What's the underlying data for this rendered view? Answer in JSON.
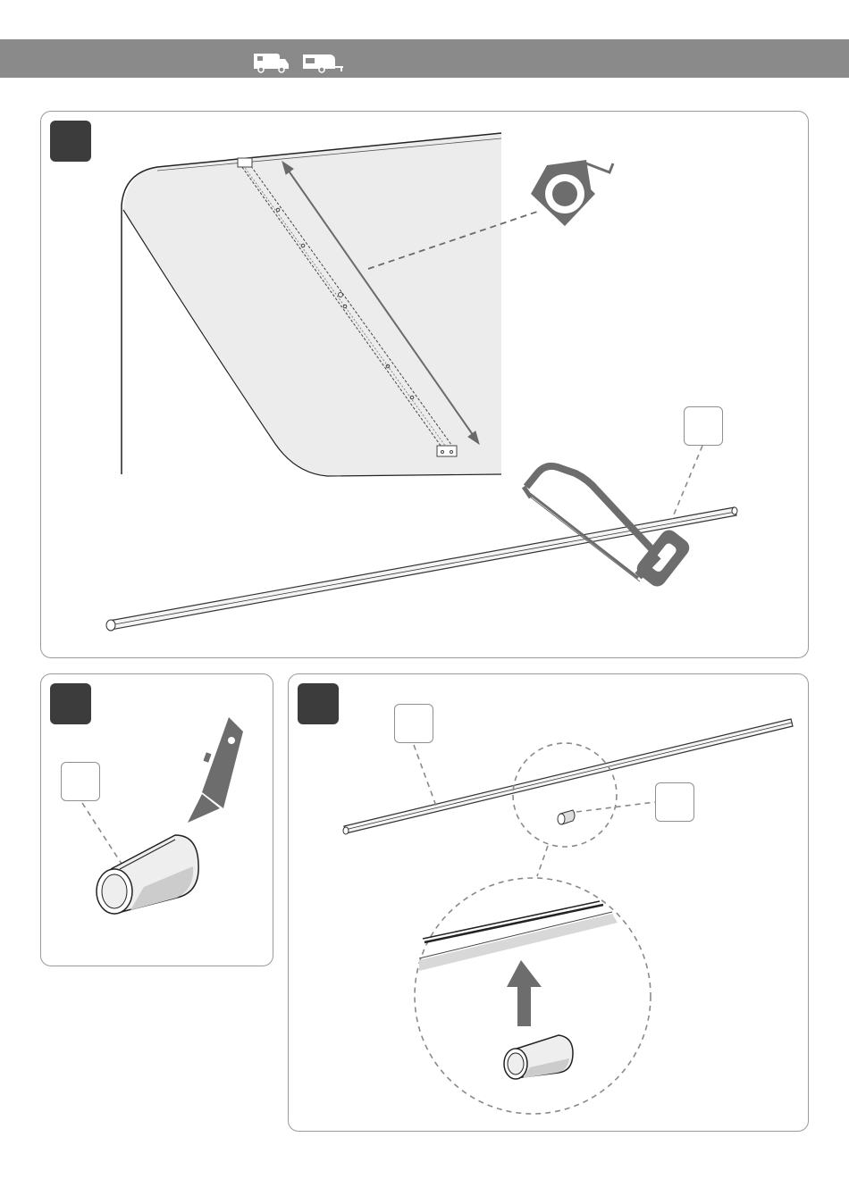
{
  "header": {
    "band_color": "#8a8a8a",
    "icons": [
      "motorhome-icon",
      "caravan-icon"
    ]
  },
  "steps": [
    {
      "id": "step-1",
      "number": "",
      "callouts": [
        ""
      ]
    },
    {
      "id": "step-2",
      "number": "",
      "callouts": [
        ""
      ]
    },
    {
      "id": "step-3",
      "number": "",
      "callouts": [
        "",
        ""
      ]
    }
  ],
  "icons": [
    "tape-measure-icon",
    "hacksaw-icon",
    "utility-knife-icon",
    "arrow-up-icon"
  ],
  "colors": {
    "badge": "#3c3c3c",
    "panel_border": "#9a9a9a",
    "roof_fill": "#ececec",
    "tool_fill": "#6d6d6d"
  }
}
